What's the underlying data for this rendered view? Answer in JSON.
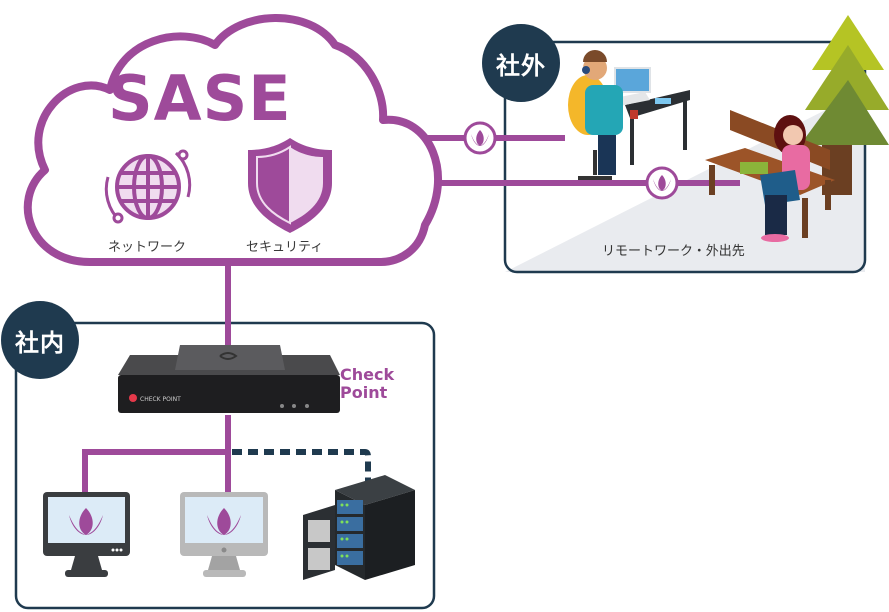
{
  "cloud": {
    "title": "SASE",
    "network_label": "ネットワーク",
    "security_label": "セキュリティ",
    "icons": [
      "globe-icon",
      "shield-icon"
    ]
  },
  "external": {
    "badge": "社外",
    "caption": "リモートワーク・外出先",
    "people": [
      "remote-worker-at-desk",
      "worker-on-bench"
    ]
  },
  "internal": {
    "badge": "社内",
    "device_brand": "Check Point",
    "device_front_text": "CHECK POINT",
    "endpoints": [
      "pc-dark",
      "pc-light",
      "server-rack"
    ]
  },
  "colors": {
    "accent_purple": "#9e4a9a",
    "badge_navy": "#1f3a4f",
    "screen_blue": "#dcebf7"
  }
}
